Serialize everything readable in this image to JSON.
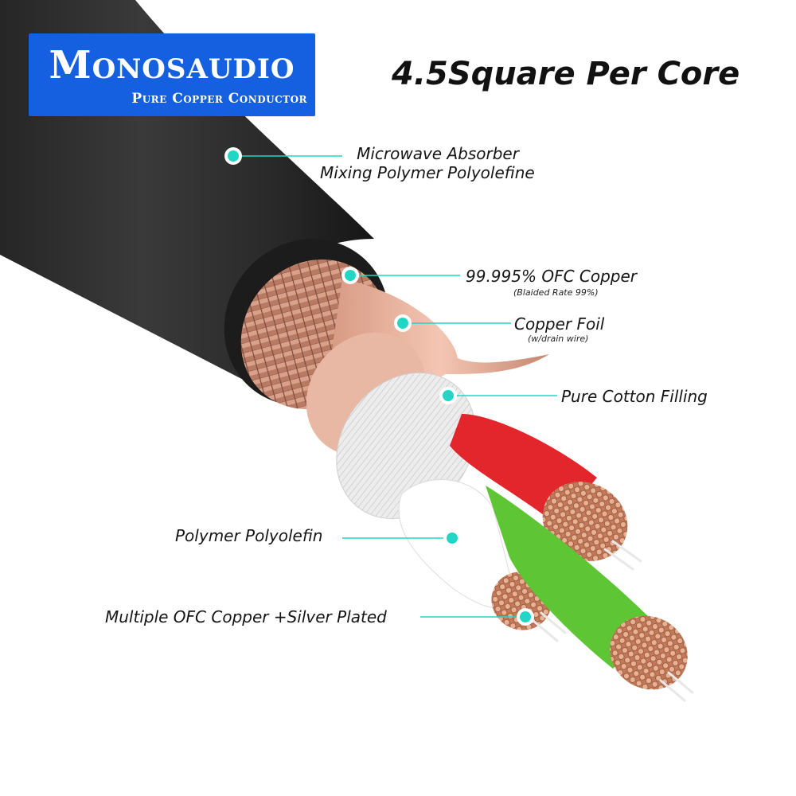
{
  "brand": {
    "name": "Monosaudio",
    "tagline": "Pure Copper Conductor",
    "color": "#1560e0"
  },
  "headline": "4.5Square Per Core",
  "callout_color": "#22d6c6",
  "callouts": {
    "jacket": {
      "line1": "Microwave Absorber",
      "line2": "Mixing Polymer Polyolefine",
      "icon": "callout-dot-icon"
    },
    "braid": {
      "title": "99.995% OFC Copper",
      "note": "(Blaided Rate 99%)",
      "icon": "callout-dot-icon"
    },
    "foil": {
      "title": "Copper Foil",
      "note": "(w/drain wire)",
      "icon": "callout-dot-icon"
    },
    "filling": {
      "title": "Pure Cotton Filling",
      "icon": "callout-dot-icon"
    },
    "insulation": {
      "title": "Polymer Polyolefin",
      "icon": "callout-dot-icon"
    },
    "conductor": {
      "title": "Multiple OFC Copper +Silver Plated",
      "icon": "callout-dot-icon"
    }
  },
  "colors": {
    "jacket": "#2c2c2c",
    "braid": "#c98e76",
    "foil": "#e6ad96",
    "filling": "#f2f2f2",
    "core_red": "#e3262b",
    "core_white": "#ffffff",
    "core_green": "#5ec534",
    "copper": "#d98b66"
  }
}
